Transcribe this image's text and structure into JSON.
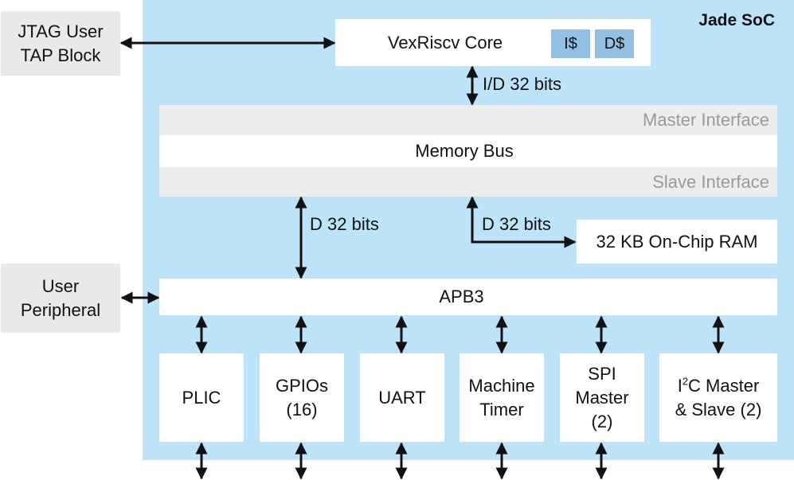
{
  "soc": {
    "title": "Jade SoC"
  },
  "external": {
    "jtag": {
      "line1": "JTAG User",
      "line2": "TAP Block"
    },
    "peripheral": {
      "line1": "User",
      "line2": "Peripheral"
    }
  },
  "core": {
    "label": "VexRiscv Core",
    "icache": "I$",
    "dcache": "D$"
  },
  "bus": {
    "core_link_label": "I/D 32 bits",
    "master_interface": "Master Interface",
    "memory_bus": "Memory Bus",
    "slave_interface": "Slave Interface",
    "apb_link_label": "D 32 bits",
    "ram_link_label": "D 32 bits",
    "ram": "32 KB On-Chip RAM",
    "apb": "APB3"
  },
  "peripherals": [
    {
      "line1": "PLIC",
      "line2": "",
      "line3": ""
    },
    {
      "line1": "GPIOs",
      "line2": "(16)",
      "line3": ""
    },
    {
      "line1": "UART",
      "line2": "",
      "line3": ""
    },
    {
      "line1": "Machine",
      "line2": "Timer",
      "line3": ""
    },
    {
      "line1": "SPI",
      "line2": "Master",
      "line3": "(2)"
    },
    {
      "line1_pre": "I",
      "line1_sup": "2",
      "line1_post": "C Master",
      "line2": "& Slave (2)"
    }
  ],
  "colors": {
    "soc_background": "#bde3f8",
    "cache_fill": "#93bfe3",
    "external_fill": "#e9e9e9",
    "interface_fill": "#ededed",
    "interface_text": "#9a9a9a"
  }
}
